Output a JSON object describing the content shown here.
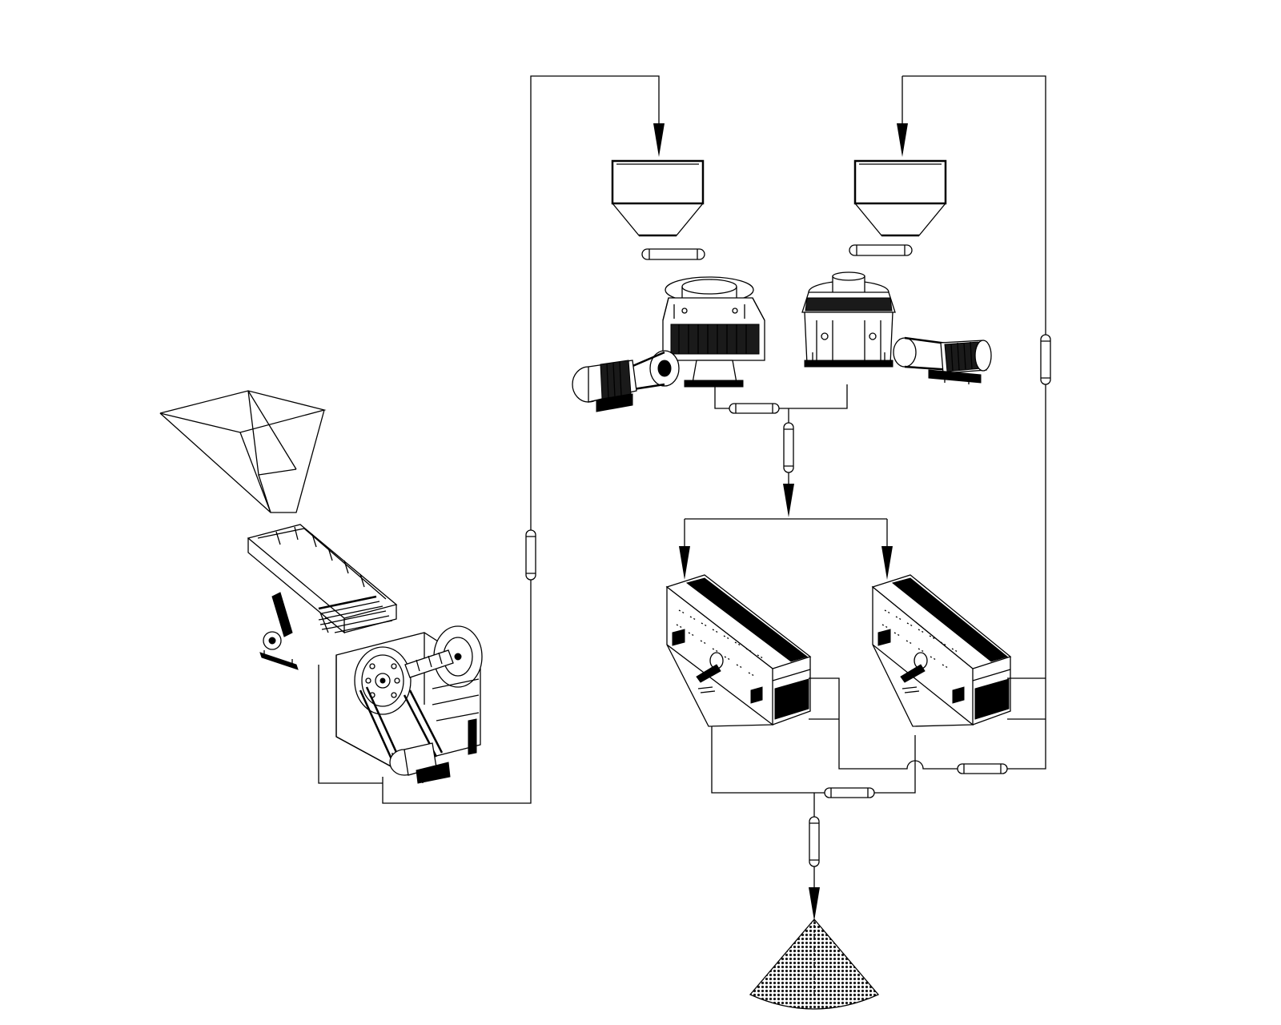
{
  "diagram": {
    "kind": "crushing-and-screening-process-flow",
    "text_labels": [],
    "colors": {
      "line": "#000000",
      "background": "#ffffff",
      "stockpile_fill": "#555555"
    },
    "equipment": [
      {
        "id": "feed-hopper",
        "icon": "hopper-icon"
      },
      {
        "id": "vibrating-feeder",
        "icon": "vibrating-feeder-icon"
      },
      {
        "id": "jaw-crusher",
        "icon": "jaw-crusher-icon"
      },
      {
        "id": "surge-bin-1",
        "icon": "surge-bin-icon"
      },
      {
        "id": "surge-bin-2",
        "icon": "surge-bin-icon"
      },
      {
        "id": "cone-crusher-1",
        "icon": "cone-crusher-icon"
      },
      {
        "id": "cone-crusher-2",
        "icon": "cone-crusher-icon"
      },
      {
        "id": "vibrating-screen-1",
        "icon": "vibrating-screen-icon"
      },
      {
        "id": "vibrating-screen-2",
        "icon": "vibrating-screen-icon"
      },
      {
        "id": "product-stockpile",
        "icon": "stockpile-cone-icon"
      }
    ],
    "flows": [
      {
        "from": "feed-hopper",
        "to": "vibrating-feeder"
      },
      {
        "from": "vibrating-feeder",
        "to": "jaw-crusher"
      },
      {
        "from": "jaw-crusher",
        "to": "surge-bin-1",
        "via": "belt-conveyor"
      },
      {
        "from": "surge-bin-1",
        "to": "cone-crusher-1",
        "via": "belt-conveyor"
      },
      {
        "from": "surge-bin-2",
        "to": "cone-crusher-2",
        "via": "belt-conveyor"
      },
      {
        "from": "cone-crusher-1",
        "to": "vibrating-screen-1",
        "via": "belt-conveyor"
      },
      {
        "from": "cone-crusher-2",
        "to": "vibrating-screen-2",
        "via": "belt-conveyor"
      },
      {
        "from": "vibrating-screen-1",
        "to": "surge-bin-2",
        "via": "belt-conveyor",
        "role": "oversize-return"
      },
      {
        "from": "vibrating-screen-2",
        "to": "surge-bin-2",
        "via": "belt-conveyor",
        "role": "oversize-return"
      },
      {
        "from": "vibrating-screen-1",
        "to": "product-stockpile",
        "via": "belt-conveyor"
      },
      {
        "from": "vibrating-screen-2",
        "to": "product-stockpile",
        "via": "belt-conveyor"
      }
    ]
  }
}
